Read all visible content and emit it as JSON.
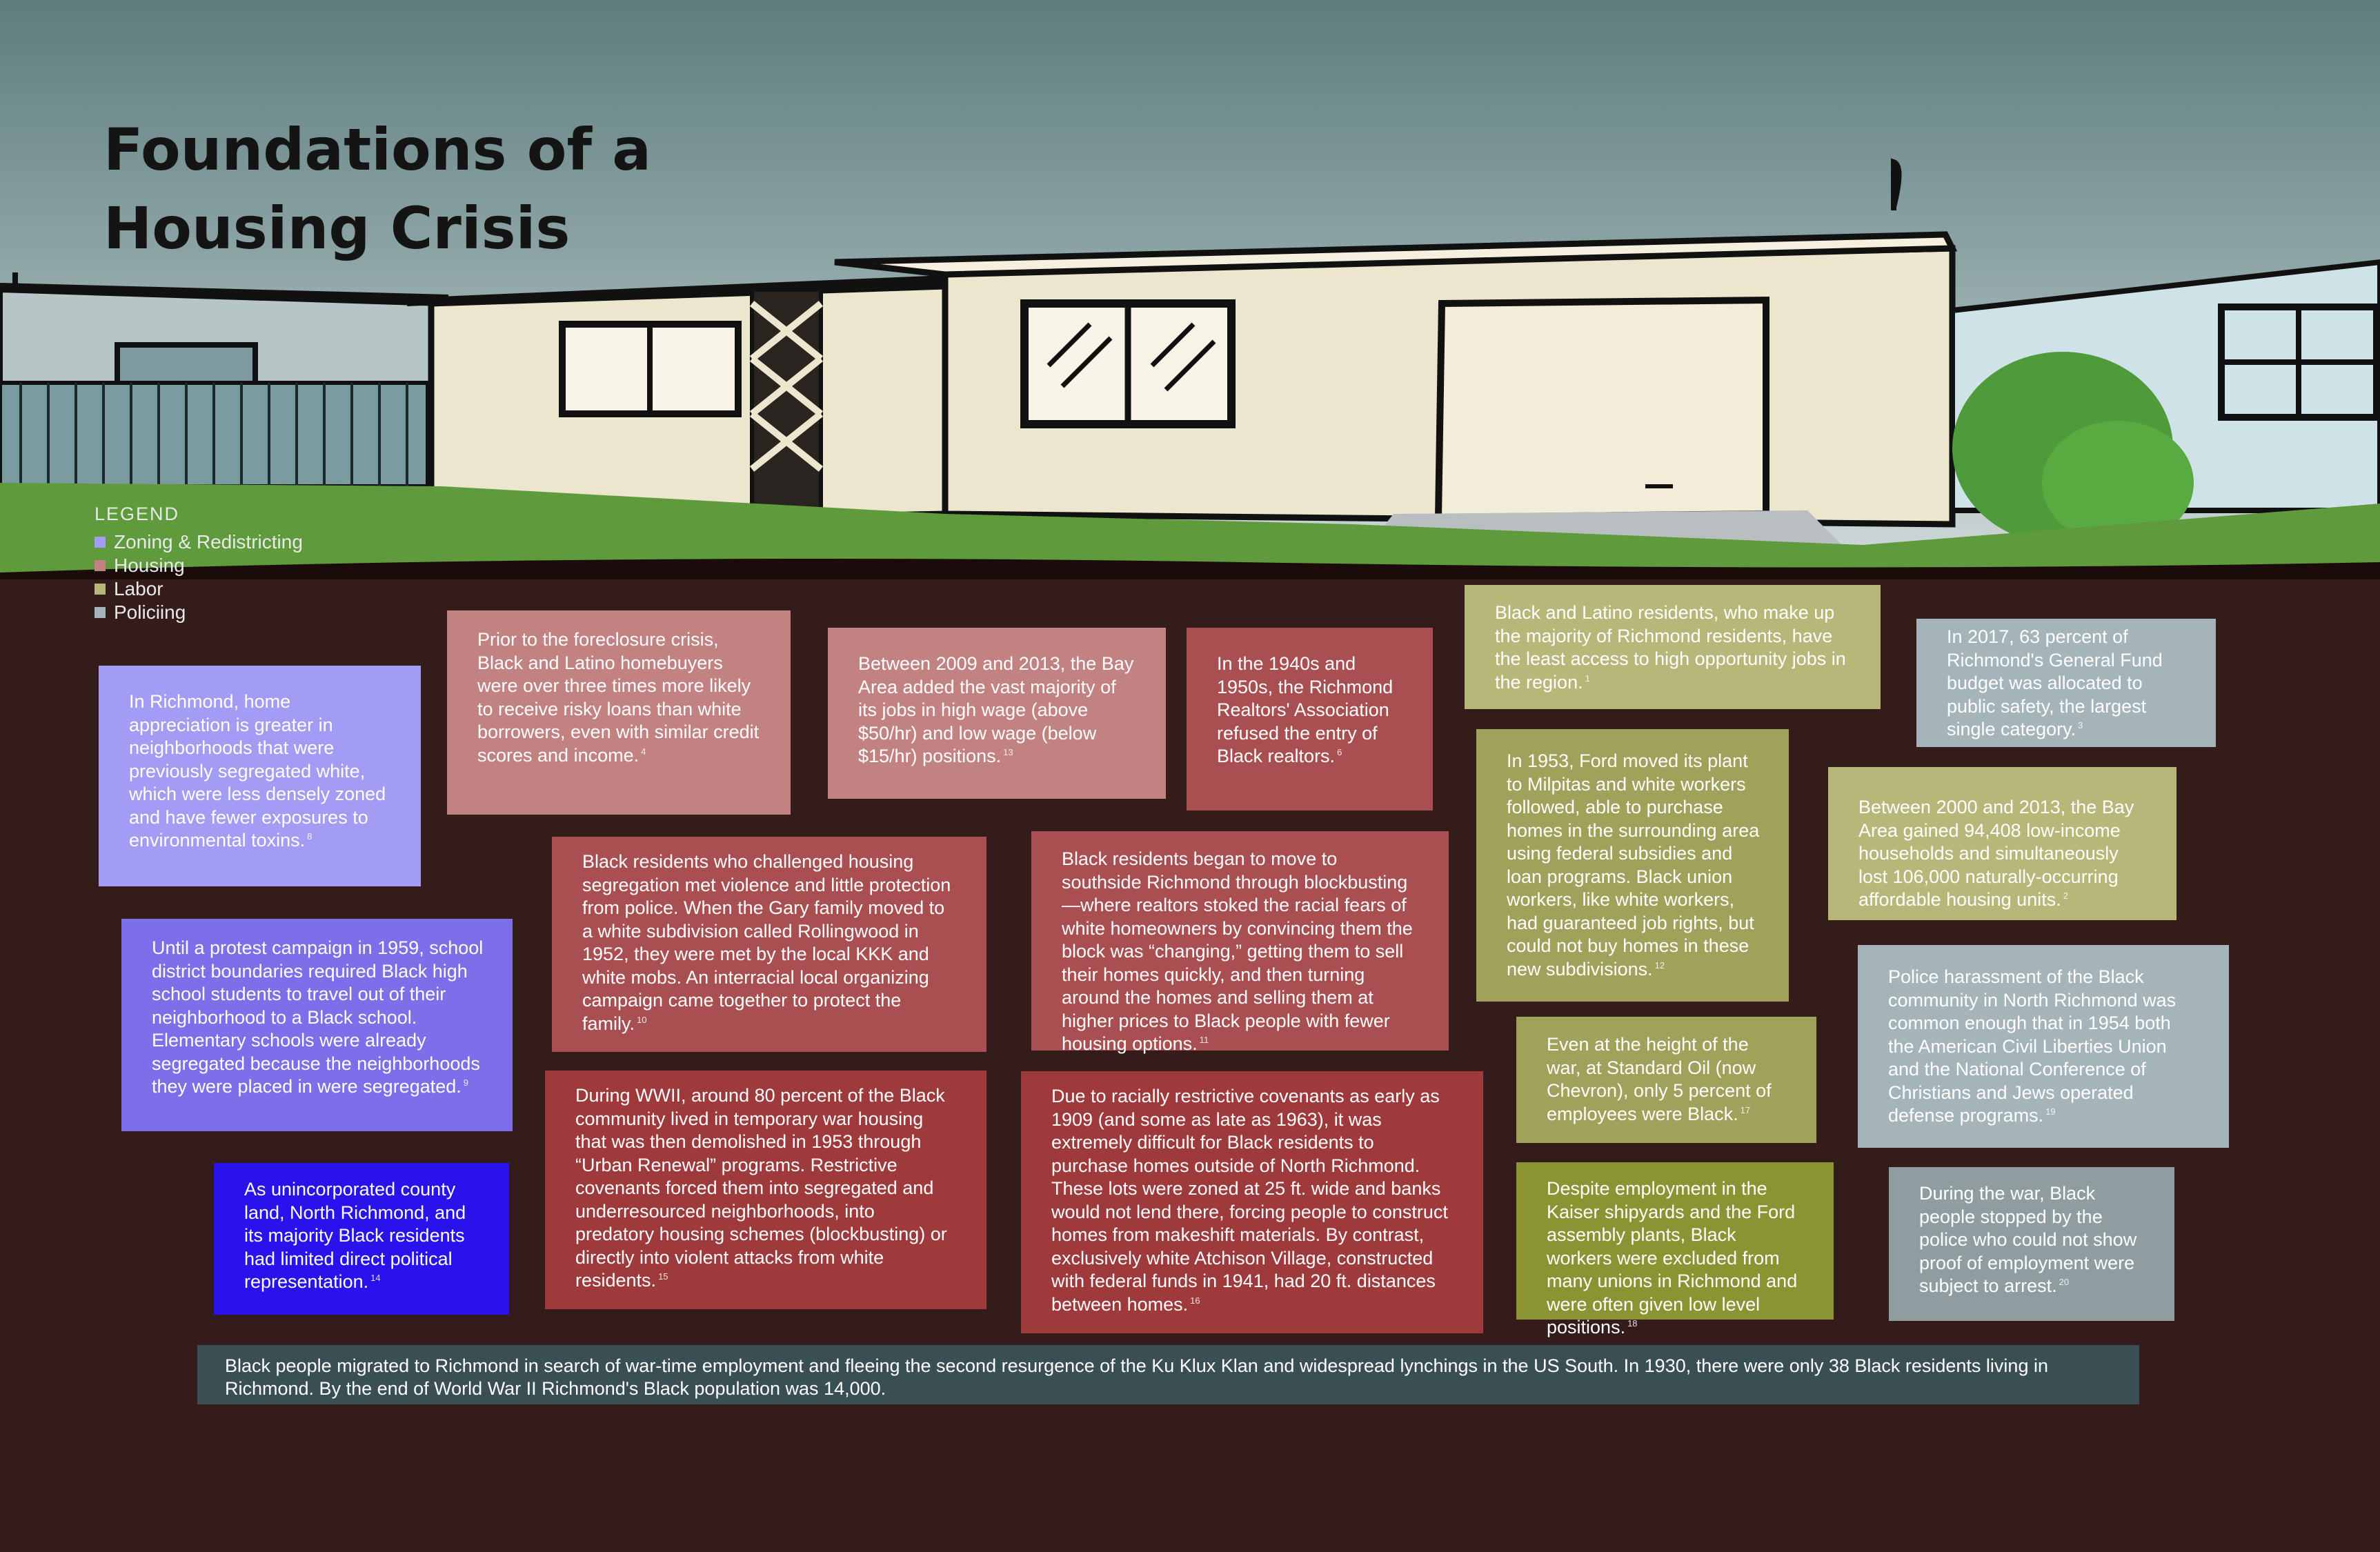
{
  "title": "Foundations of a Housing Crisis",
  "legend": {
    "heading": "LEGEND",
    "items": [
      {
        "label": "Zoning & Redistricting",
        "color": "#a39cf5"
      },
      {
        "label": "Housing",
        "color": "#c38282"
      },
      {
        "label": "Labor",
        "color": "#b8b77a"
      },
      {
        "label": "Policiing",
        "color": "#a5b4b8"
      }
    ]
  },
  "colors": {
    "sky_top": "#5f7d7e",
    "sky_bottom": "#cbd6d6",
    "ground": "#341c1a",
    "grass": "#5f9a3c",
    "house_wall": "#ece6cf"
  },
  "boxes": [
    {
      "text": "In Richmond, home appreciation is greater in neighborhoods that were previously segregated white, which were less densely zoned and have fewer exposures to environmental toxins.",
      "ref": "8"
    },
    {
      "text": "Until a protest campaign in 1959, school district boundaries required Black high school students to travel out of their neighborhood to a Black school. Elementary schools were already segregated because the neighborhoods they were placed in were segregated.",
      "ref": "9"
    },
    {
      "text": "As unincorporated county land, North Richmond, and its majority Black residents had limited direct political representation.",
      "ref": "14"
    },
    {
      "text": "Prior to the foreclosure crisis, Black and Latino homebuyers were over three times more likely to receive risky loans than white borrowers, even with similar credit scores and income.",
      "ref": "4"
    },
    {
      "text": "Between 2009 and 2013, the Bay Area added the vast majority of its jobs in high wage (above $50/hr) and low wage (below $15/hr) positions.",
      "ref": "13"
    },
    {
      "text": "In the 1940s and 1950s, the Richmond Realtors' Association refused the entry of Black realtors.",
      "ref": "6"
    },
    {
      "text": "Black residents who challenged housing segregation met violence and little protection from police. When the Gary family moved to a white subdivision called Rollingwood in 1952, they were met by the local KKK and white mobs. An interracial local organizing campaign came together to protect the family.",
      "ref": "10"
    },
    {
      "text": "Black residents began to move to southside Richmond through blockbusting—where realtors stoked the racial fears of white homeowners by convincing them the block was “changing,” getting them to sell their homes quickly, and then turning around the homes and selling them at higher prices to Black people with fewer housing options.",
      "ref": "11"
    },
    {
      "text": "During WWII, around 80 percent of the Black community lived in temporary war housing that was then demolished in 1953 through “Urban Renewal” programs. Restrictive covenants forced them into segregated and underresourced neighborhoods, into predatory housing schemes (blockbusting) or directly into violent attacks from white residents.",
      "ref": "15"
    },
    {
      "text": "Due to racially restrictive covenants as early as 1909 (and some as late as 1963), it was extremely difficult for Black residents to purchase homes outside of North Richmond. These lots were zoned at 25 ft. wide and banks would not lend there, forcing people to construct homes from makeshift materials. By contrast, exclusively white Atchison Village, constructed with federal funds in 1941, had 20 ft. distances between homes.",
      "ref": "16"
    },
    {
      "text": "Black and Latino residents, who make up the majority of Richmond residents, have the least access to high opportunity jobs in the region.",
      "ref": "1"
    },
    {
      "text": "In 1953, Ford moved its plant to Milpitas and white workers followed, able to purchase homes in the surrounding area using federal subsidies and loan programs. Black union workers, like white workers, had guaranteed job rights, but could not buy homes in these new subdivisions.",
      "ref": "12"
    },
    {
      "text": "Even at the height of the war, at Standard Oil (now Chevron), only 5 percent of employees were Black.",
      "ref": "17"
    },
    {
      "text": "Despite employment in the Kaiser shipyards and the Ford assembly plants, Black workers were excluded from many unions in Richmond and were often given low level positions.",
      "ref": "18"
    },
    {
      "text": "In 2017, 63 percent of Richmond's General Fund budget was allocated to public safety, the largest single category.",
      "ref": "3"
    },
    {
      "text": "Between 2000 and 2013, the Bay Area gained 94,408 low-income households and simultaneously lost 106,000 naturally-occurring affordable housing units.",
      "ref": "2"
    },
    {
      "text": "Police harassment of the Black community in North Richmond was common enough that in 1954 both the American Civil Liberties Union and the National Conference of Christians and Jews operated defense programs.",
      "ref": "19"
    },
    {
      "text": "During the war, Black people stopped by the police who could not show proof of employment were subject to arrest.",
      "ref": "20"
    }
  ],
  "banner": "Black people migrated to Richmond in search of war-time employment and fleeing the second resurgence of the Ku Klux Klan and widespread lynchings in the US South. In 1930, there were only 38 Black residents living in Richmond. By the end of World War II Richmond's Black population was 14,000."
}
